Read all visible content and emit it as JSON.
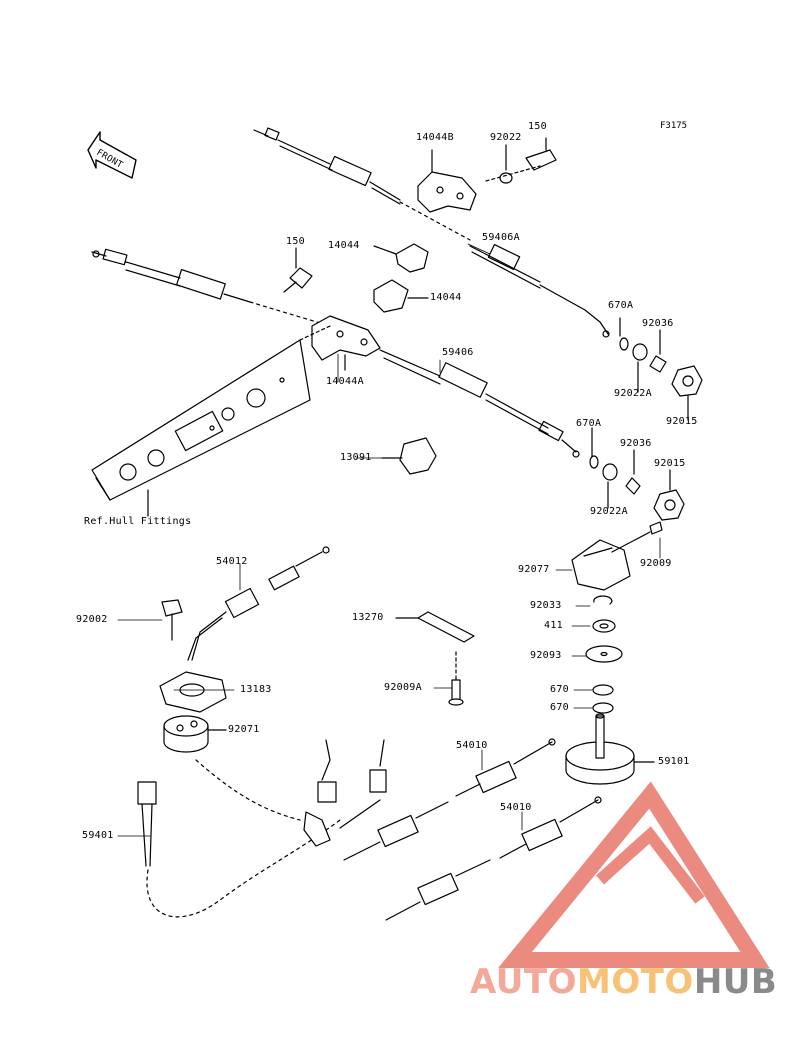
{
  "figure_code": "F3175",
  "front_label": "FRONT",
  "ref_label": "Ref.Hull Fittings",
  "parts": {
    "p14044B": "14044B",
    "p92022_top": "92022",
    "p150_top": "150",
    "p59406A": "59406A",
    "p150_mid": "150",
    "p14044_a": "14044",
    "p14044_b": "14044",
    "p14044A": "14044A",
    "p59406": "59406",
    "p670A_1": "670A",
    "p92036_1": "92036",
    "p92022A_1": "92022A",
    "p92015_1": "92015",
    "p13091": "13091",
    "p670A_2": "670A",
    "p92036_2": "92036",
    "p92015_2": "92015",
    "p92022A_2": "92022A",
    "p92009": "92009",
    "p92077": "92077",
    "p54012": "54012",
    "p92002": "92002",
    "p13270": "13270",
    "p92033": "92033",
    "p411": "411",
    "p92093": "92093",
    "p13183": "13183",
    "p92009A": "92009A",
    "p670_1": "670",
    "p670_2": "670",
    "p92071": "92071",
    "p54010_1": "54010",
    "p59101": "59101",
    "p54010_2": "54010",
    "p59401": "59401"
  },
  "watermark": {
    "part1": "AUTO",
    "part2": "MOTO",
    "part3": "HUB",
    "colors": {
      "triangle": "#e8776a",
      "auto": "#f4a89a",
      "moto": "#f7c277",
      "hub": "#8a8a8a"
    }
  }
}
